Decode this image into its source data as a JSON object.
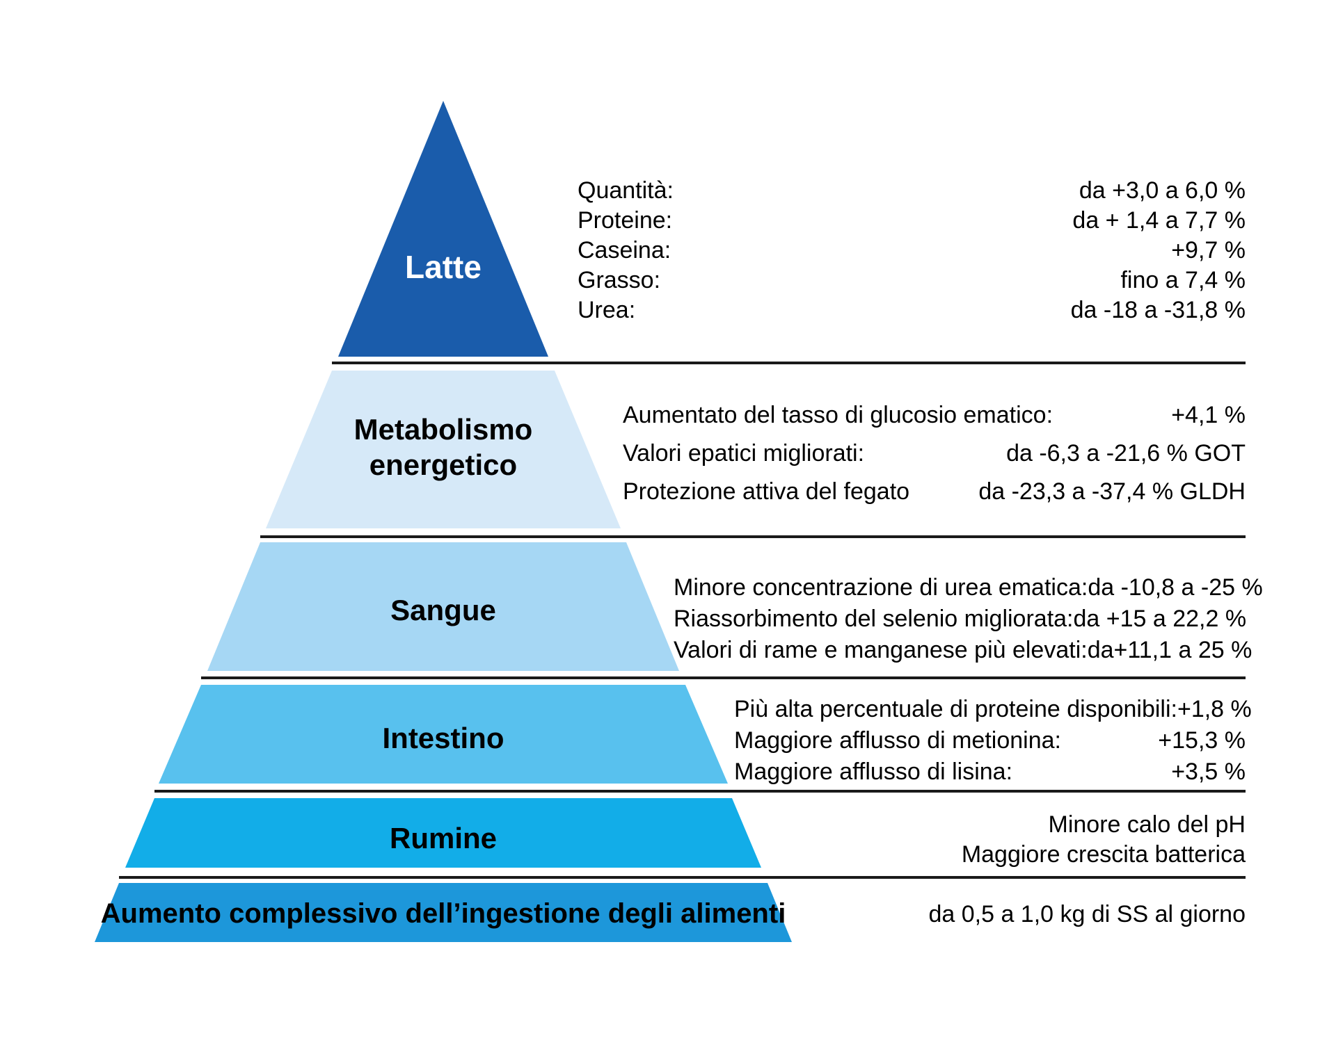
{
  "colors": {
    "latte": "#1a5cab",
    "metabolismo": "#d6e9f8",
    "sangue": "#a6d7f4",
    "intestino": "#58c1ee",
    "rumine": "#12ade8",
    "base": "#1d97da",
    "separator": "#1a1a1a"
  },
  "levels": [
    {
      "label": "Latte"
    },
    {
      "label": "Metabolismo energetico"
    },
    {
      "label": "Sangue"
    },
    {
      "label": "Intestino"
    },
    {
      "label": "Rumine"
    },
    {
      "label": "Aumento complessivo dell’ingestione degli alimenti"
    }
  ],
  "latte_block": {
    "rows": [
      {
        "label": "Quantità:",
        "value": "da +3,0 a 6,0 %"
      },
      {
        "label": "Proteine:",
        "value": "da + 1,4 a 7,7 %"
      },
      {
        "label": "Caseina:",
        "value": "+9,7 %"
      },
      {
        "label": "Grasso:",
        "value": "fino a 7,4 %"
      },
      {
        "label": "Urea:",
        "value": "da -18 a -31,8 %"
      }
    ]
  },
  "metabolismo_block": {
    "rows": [
      {
        "label": "Aumentato del tasso di glucosio ematico:",
        "value": "+4,1 %"
      },
      {
        "label": "Valori epatici migliorati:",
        "value": "da -6,3 a -21,6 %  GOT"
      },
      {
        "label": "Protezione attiva del fegato",
        "value": "da -23,3 a -37,4 % GLDH"
      }
    ]
  },
  "sangue_block": {
    "rows": [
      {
        "label": "Minore concentrazione di urea ematica:",
        "value": "da -10,8 a -25 %"
      },
      {
        "label": "Riassorbimento del selenio migliorata:",
        "value": "da +15 a 22,2 %"
      },
      {
        "label": "Valori di rame e manganese più elevati:",
        "value": "da+11,1 a 25 %"
      }
    ]
  },
  "intestino_block": {
    "rows": [
      {
        "label": "Più alta percentuale di proteine disponibili:",
        "value": "+1,8 %"
      },
      {
        "label": "Maggiore afflusso di metionina:",
        "value": "+15,3 %"
      },
      {
        "label": "Maggiore afflusso di lisina:",
        "value": "+3,5 %"
      }
    ]
  },
  "rumine_block": {
    "lines": [
      "Minore calo del pH",
      "Maggiore crescita batterica"
    ]
  },
  "base_block": {
    "value": "da 0,5 a 1,0 kg di SS al giorno"
  }
}
